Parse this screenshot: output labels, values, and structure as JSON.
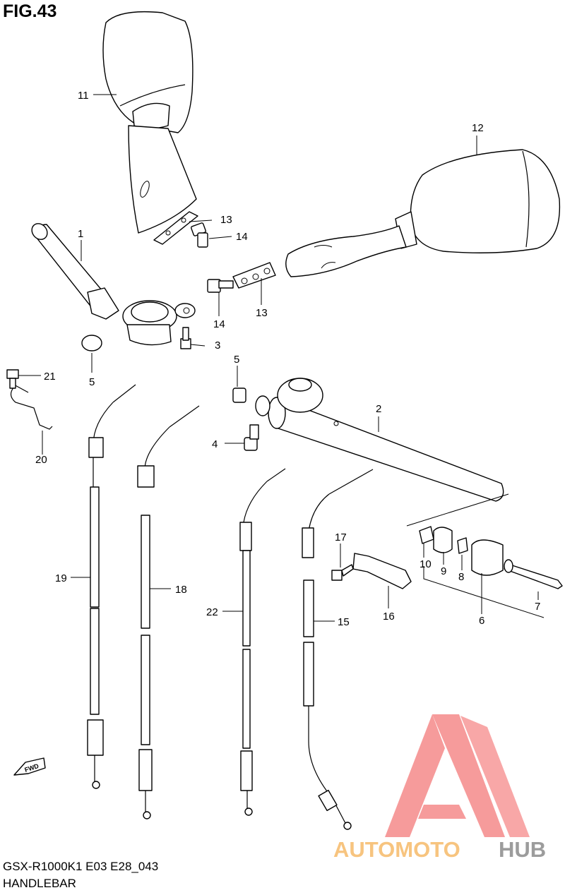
{
  "figure": {
    "title": "FIG.43",
    "code": "GSX-R1000K1 E03 E28_043",
    "name": "HANDLEBAR"
  },
  "fwd_label": "FWD",
  "watermark": {
    "text_a": "AUTOMOTO",
    "text_b": "HUB",
    "colors": {
      "logo": "#f58a8a",
      "text_a": "#f7c47f",
      "text_b": "#9c9c9c"
    }
  },
  "callouts": {
    "c1": "1",
    "c2": "2",
    "c3": "3",
    "c4": "4",
    "c5a": "5",
    "c5b": "5",
    "c6": "6",
    "c7": "7",
    "c8": "8",
    "c9": "9",
    "c10": "10",
    "c11": "11",
    "c12": "12",
    "c13a": "13",
    "c13b": "13",
    "c14a": "14",
    "c14b": "14",
    "c15": "15",
    "c16": "16",
    "c17": "17",
    "c18": "18",
    "c19": "19",
    "c20": "20",
    "c21": "21",
    "c22": "22"
  }
}
